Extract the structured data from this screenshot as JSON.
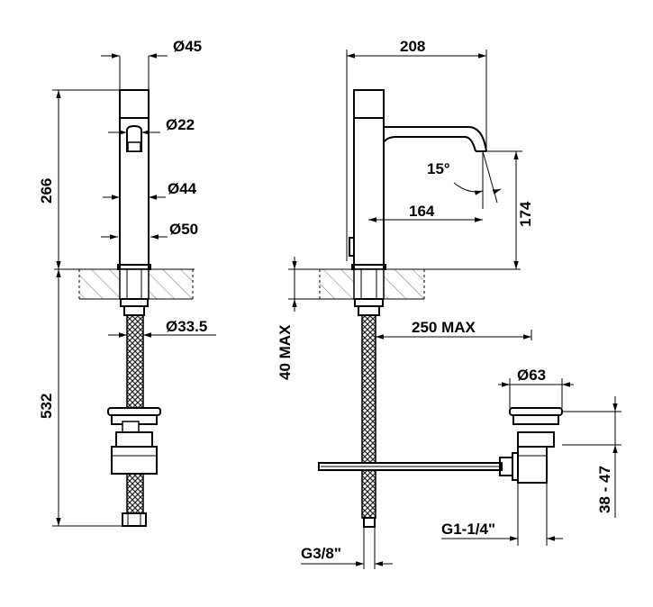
{
  "front_view": {
    "dims": {
      "top_width": "Ø45",
      "aerator": "Ø22",
      "body": "Ø44",
      "base": "Ø50",
      "height": "266",
      "shank": "Ø33.5",
      "total_below": "532"
    }
  },
  "side_view": {
    "dims": {
      "reach_total": "208",
      "angle": "15°",
      "spout_reach": "164",
      "spout_height": "174",
      "deck_max": "40 MAX",
      "hose_max": "250 MAX",
      "drain_dia": "Ø63",
      "drain_range": "38 - 47",
      "drain_thread": "G1-1/4\"",
      "hose_thread": "G3/8\""
    }
  }
}
